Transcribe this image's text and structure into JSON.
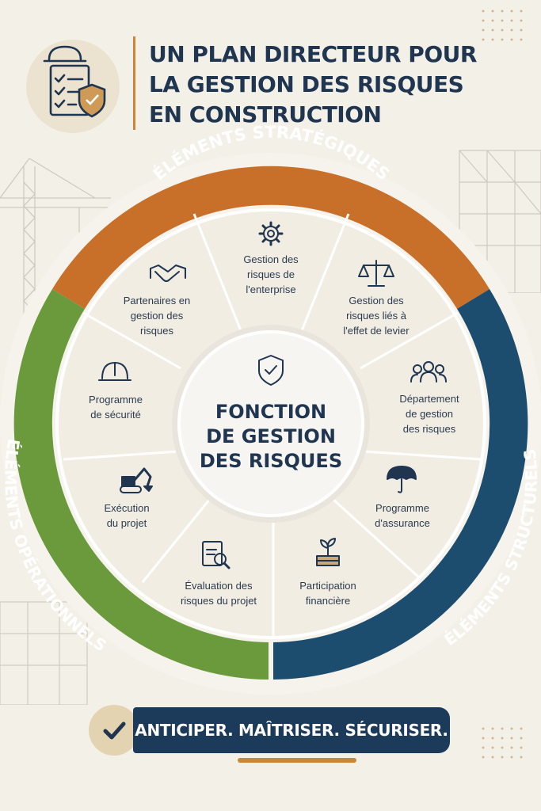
{
  "title": {
    "line1": "UN PLAN DIRECTEUR POUR",
    "line2": "LA GESTION DES RISQUES",
    "line3": "EN CONSTRUCTION"
  },
  "ring": {
    "strategic": "ÉLÉMENTS STRATÉGIQUES",
    "structural": "ÉLÉMENTS STRUCTURELS",
    "operational": "ÉLÉMENTS OPÉRATIONNELS"
  },
  "center": {
    "line1": "FONCTION",
    "line2": "DE GESTION",
    "line3": "DES RISQUES"
  },
  "segments": [
    {
      "icon": "gear-icon",
      "lines": [
        "Gestion des",
        "risques de",
        "l'enterprise"
      ]
    },
    {
      "icon": "scales-icon",
      "lines": [
        "Gestion des",
        "risques liés à",
        "l'effet de levier"
      ]
    },
    {
      "icon": "people-icon",
      "lines": [
        "Département",
        "de gestion",
        "des risques"
      ]
    },
    {
      "icon": "umbrella-icon",
      "lines": [
        "Programme",
        "d'assurance"
      ]
    },
    {
      "icon": "money-plant-icon",
      "lines": [
        "Participation",
        "financière"
      ]
    },
    {
      "icon": "clipboard-search-icon",
      "lines": [
        "Évaluation des",
        "risques du projet"
      ]
    },
    {
      "icon": "excavator-icon",
      "lines": [
        "Exécution",
        "du projet"
      ]
    },
    {
      "icon": "hard-hat-icon",
      "lines": [
        "Programme",
        "de sécurité"
      ]
    },
    {
      "icon": "handshake-icon",
      "lines": [
        "Partenaires en",
        "gestion des",
        "risques"
      ]
    }
  ],
  "tagline": "ANTICIPER. MAÎTRISER. SÉCURISER.",
  "colors": {
    "navy": "#1f3550",
    "orange": "#c8702a",
    "teal_blue": "#1d4d6e",
    "green": "#6a9a3c",
    "cream": "#f3f0e8",
    "accent_gold": "#c8873a"
  }
}
